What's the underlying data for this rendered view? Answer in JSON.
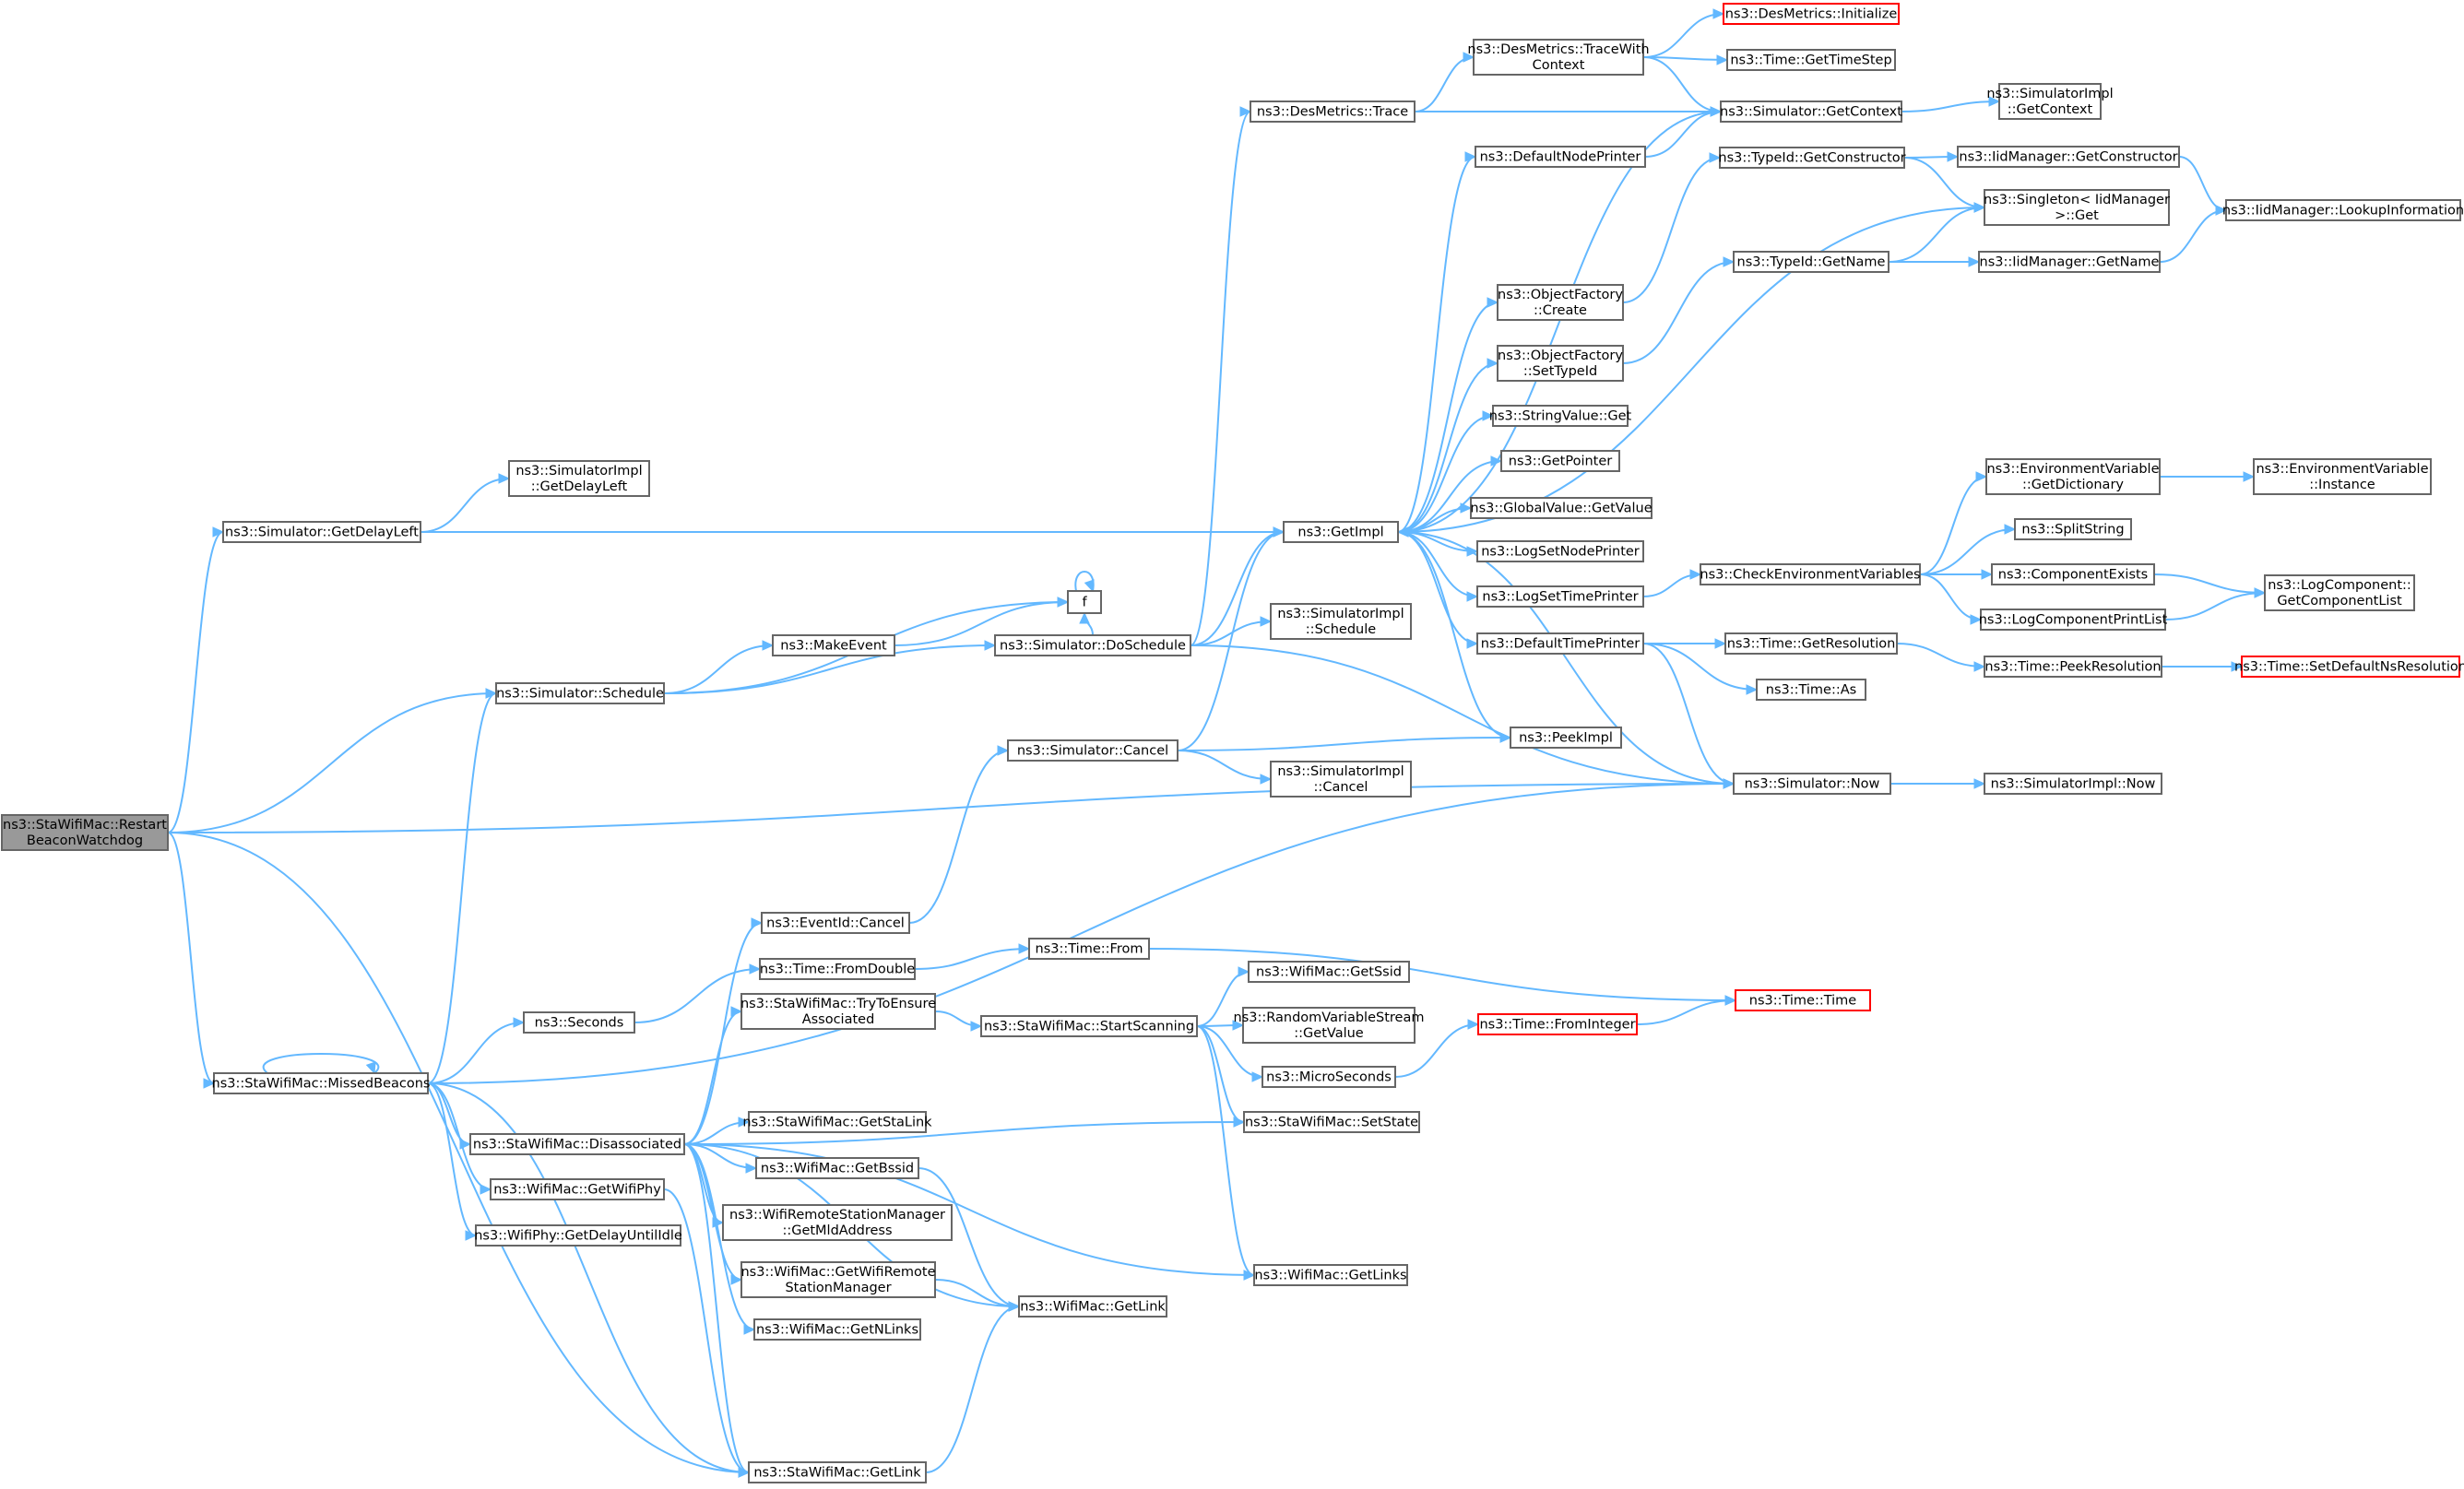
{
  "graph": {
    "colors": {
      "edge": "#63b8ff",
      "node_border": "#666666",
      "root_fill": "#999999",
      "truncated_border": "#ff0000"
    },
    "nodes": [
      {
        "id": "root",
        "lines": [
          "ns3::StaWifiMac::Restart",
          "BeaconWatchdog"
        ],
        "root": true
      },
      {
        "id": "getDelayLeft",
        "lines": [
          "ns3::Simulator::GetDelayLeft"
        ]
      },
      {
        "id": "implGetDelayLeft",
        "lines": [
          "ns3::SimulatorImpl",
          "::GetDelayLeft"
        ]
      },
      {
        "id": "schedule",
        "lines": [
          "ns3::Simulator::Schedule"
        ]
      },
      {
        "id": "f",
        "lines": [
          "f"
        ]
      },
      {
        "id": "makeEvent",
        "lines": [
          "ns3::MakeEvent"
        ]
      },
      {
        "id": "doSchedule",
        "lines": [
          "ns3::Simulator::DoSchedule"
        ]
      },
      {
        "id": "implSchedule",
        "lines": [
          "ns3::SimulatorImpl",
          "::Schedule"
        ]
      },
      {
        "id": "getImpl",
        "lines": [
          "ns3::GetImpl"
        ]
      },
      {
        "id": "desTrace",
        "lines": [
          "ns3::DesMetrics::Trace"
        ]
      },
      {
        "id": "traceWithContext",
        "lines": [
          "ns3::DesMetrics::TraceWith",
          "Context"
        ]
      },
      {
        "id": "desInit",
        "lines": [
          "ns3::DesMetrics::Initialize"
        ],
        "truncated": true
      },
      {
        "id": "getTimeStep",
        "lines": [
          "ns3::Time::GetTimeStep"
        ]
      },
      {
        "id": "getContext",
        "lines": [
          "ns3::Simulator::GetContext"
        ]
      },
      {
        "id": "implGetContext",
        "lines": [
          "ns3::SimulatorImpl",
          "::GetContext"
        ]
      },
      {
        "id": "defaultNodePrinter",
        "lines": [
          "ns3::DefaultNodePrinter"
        ]
      },
      {
        "id": "getConstructor",
        "lines": [
          "ns3::TypeId::GetConstructor"
        ]
      },
      {
        "id": "iidGetConstructor",
        "lines": [
          "ns3::IidManager::GetConstructor"
        ]
      },
      {
        "id": "singletonGet",
        "lines": [
          "ns3::Singleton< IidManager",
          ">::Get"
        ]
      },
      {
        "id": "lookupInfo",
        "lines": [
          "ns3::IidManager::LookupInformation"
        ]
      },
      {
        "id": "typeIdGetName",
        "lines": [
          "ns3::TypeId::GetName"
        ]
      },
      {
        "id": "iidGetName",
        "lines": [
          "ns3::IidManager::GetName"
        ]
      },
      {
        "id": "ofCreate",
        "lines": [
          "ns3::ObjectFactory",
          "::Create"
        ]
      },
      {
        "id": "ofSetTypeId",
        "lines": [
          "ns3::ObjectFactory",
          "::SetTypeId"
        ]
      },
      {
        "id": "stringValueGet",
        "lines": [
          "ns3::StringValue::Get"
        ]
      },
      {
        "id": "getPointer",
        "lines": [
          "ns3::GetPointer"
        ]
      },
      {
        "id": "globalValueGet",
        "lines": [
          "ns3::GlobalValue::GetValue"
        ]
      },
      {
        "id": "logSetNodePrinter",
        "lines": [
          "ns3::LogSetNodePrinter"
        ]
      },
      {
        "id": "logSetTimePrinter",
        "lines": [
          "ns3::LogSetTimePrinter"
        ]
      },
      {
        "id": "checkEnv",
        "lines": [
          "ns3::CheckEnvironmentVariables"
        ]
      },
      {
        "id": "envGetDict",
        "lines": [
          "ns3::EnvironmentVariable",
          "::GetDictionary"
        ]
      },
      {
        "id": "envInstance",
        "lines": [
          "ns3::EnvironmentVariable",
          "::Instance"
        ]
      },
      {
        "id": "splitString",
        "lines": [
          "ns3::SplitString"
        ]
      },
      {
        "id": "componentExists",
        "lines": [
          "ns3::ComponentExists"
        ]
      },
      {
        "id": "getComponentList",
        "lines": [
          "ns3::LogComponent::",
          "GetComponentList"
        ]
      },
      {
        "id": "componentPrintList",
        "lines": [
          "ns3::LogComponentPrintList"
        ]
      },
      {
        "id": "defaultTimePrinter",
        "lines": [
          "ns3::DefaultTimePrinter"
        ]
      },
      {
        "id": "getResolution",
        "lines": [
          "ns3::Time::GetResolution"
        ]
      },
      {
        "id": "peekResolution",
        "lines": [
          "ns3::Time::PeekResolution"
        ]
      },
      {
        "id": "setDefaultNsRes",
        "lines": [
          "ns3::Time::SetDefaultNsResolution"
        ],
        "truncated": true
      },
      {
        "id": "timeAs",
        "lines": [
          "ns3::Time::As"
        ]
      },
      {
        "id": "peekImpl",
        "lines": [
          "ns3::PeekImpl"
        ]
      },
      {
        "id": "simCancel",
        "lines": [
          "ns3::Simulator::Cancel"
        ]
      },
      {
        "id": "implCancel",
        "lines": [
          "ns3::SimulatorImpl",
          "::Cancel"
        ]
      },
      {
        "id": "simNow",
        "lines": [
          "ns3::Simulator::Now"
        ]
      },
      {
        "id": "implNow",
        "lines": [
          "ns3::SimulatorImpl::Now"
        ]
      },
      {
        "id": "missedBeacons",
        "lines": [
          "ns3::StaWifiMac::MissedBeacons"
        ]
      },
      {
        "id": "eventIdCancel",
        "lines": [
          "ns3::EventId::Cancel"
        ]
      },
      {
        "id": "fromDouble",
        "lines": [
          "ns3::Time::FromDouble"
        ]
      },
      {
        "id": "timeFrom",
        "lines": [
          "ns3::Time::From"
        ]
      },
      {
        "id": "timeTime",
        "lines": [
          "ns3::Time::Time"
        ],
        "truncated": true
      },
      {
        "id": "seconds",
        "lines": [
          "ns3::Seconds"
        ]
      },
      {
        "id": "tryToEnsure",
        "lines": [
          "ns3::StaWifiMac::TryToEnsure",
          "Associated"
        ]
      },
      {
        "id": "startScanning",
        "lines": [
          "ns3::StaWifiMac::StartScanning"
        ]
      },
      {
        "id": "getSsid",
        "lines": [
          "ns3::WifiMac::GetSsid"
        ]
      },
      {
        "id": "rvsGetValue",
        "lines": [
          "ns3::RandomVariableStream",
          "::GetValue"
        ]
      },
      {
        "id": "microSeconds",
        "lines": [
          "ns3::MicroSeconds"
        ]
      },
      {
        "id": "fromInteger",
        "lines": [
          "ns3::Time::FromInteger"
        ],
        "truncated": true
      },
      {
        "id": "setState",
        "lines": [
          "ns3::StaWifiMac::SetState"
        ]
      },
      {
        "id": "disassociated",
        "lines": [
          "ns3::StaWifiMac::Disassociated"
        ]
      },
      {
        "id": "getStaLink",
        "lines": [
          "ns3::StaWifiMac::GetStaLink"
        ]
      },
      {
        "id": "getBssid",
        "lines": [
          "ns3::WifiMac::GetBssid"
        ]
      },
      {
        "id": "getMldAddress",
        "lines": [
          "ns3::WifiRemoteStationManager",
          "::GetMldAddress"
        ]
      },
      {
        "id": "getWrsm",
        "lines": [
          "ns3::WifiMac::GetWifiRemote",
          "StationManager"
        ]
      },
      {
        "id": "wifiMacGetLink",
        "lines": [
          "ns3::WifiMac::GetLink"
        ]
      },
      {
        "id": "getNLinks",
        "lines": [
          "ns3::WifiMac::GetNLinks"
        ]
      },
      {
        "id": "getLinks",
        "lines": [
          "ns3::WifiMac::GetLinks"
        ]
      },
      {
        "id": "getWifiPhy",
        "lines": [
          "ns3::WifiMac::GetWifiPhy"
        ]
      },
      {
        "id": "getDelayUntilIdle",
        "lines": [
          "ns3::WifiPhy::GetDelayUntilIdle"
        ]
      },
      {
        "id": "staGetLink",
        "lines": [
          "ns3::StaWifiMac::GetLink"
        ]
      }
    ],
    "edges": [
      [
        "root",
        "getDelayLeft"
      ],
      [
        "root",
        "schedule"
      ],
      [
        "root",
        "simNow"
      ],
      [
        "root",
        "missedBeacons"
      ],
      [
        "root",
        "staGetLink"
      ],
      [
        "getDelayLeft",
        "implGetDelayLeft"
      ],
      [
        "getDelayLeft",
        "getImpl"
      ],
      [
        "schedule",
        "f"
      ],
      [
        "schedule",
        "makeEvent"
      ],
      [
        "schedule",
        "doSchedule"
      ],
      [
        "makeEvent",
        "f"
      ],
      [
        "f",
        "f"
      ],
      [
        "doSchedule",
        "desTrace"
      ],
      [
        "doSchedule",
        "f"
      ],
      [
        "doSchedule",
        "getImpl"
      ],
      [
        "doSchedule",
        "implSchedule"
      ],
      [
        "doSchedule",
        "simNow"
      ],
      [
        "desTrace",
        "traceWithContext"
      ],
      [
        "desTrace",
        "getContext"
      ],
      [
        "traceWithContext",
        "desInit"
      ],
      [
        "traceWithContext",
        "getTimeStep"
      ],
      [
        "traceWithContext",
        "getContext"
      ],
      [
        "getContext",
        "implGetContext"
      ],
      [
        "getContext",
        "getImpl"
      ],
      [
        "getImpl",
        "defaultNodePrinter"
      ],
      [
        "getImpl",
        "singletonGet"
      ],
      [
        "getImpl",
        "ofCreate"
      ],
      [
        "getImpl",
        "ofSetTypeId"
      ],
      [
        "getImpl",
        "stringValueGet"
      ],
      [
        "getImpl",
        "getPointer"
      ],
      [
        "getImpl",
        "globalValueGet"
      ],
      [
        "getImpl",
        "logSetNodePrinter"
      ],
      [
        "getImpl",
        "logSetTimePrinter"
      ],
      [
        "getImpl",
        "defaultTimePrinter"
      ],
      [
        "getImpl",
        "peekImpl"
      ],
      [
        "defaultNodePrinter",
        "getContext"
      ],
      [
        "ofCreate",
        "getConstructor"
      ],
      [
        "ofSetTypeId",
        "typeIdGetName"
      ],
      [
        "getConstructor",
        "iidGetConstructor"
      ],
      [
        "getConstructor",
        "singletonGet"
      ],
      [
        "iidGetConstructor",
        "lookupInfo"
      ],
      [
        "typeIdGetName",
        "singletonGet"
      ],
      [
        "typeIdGetName",
        "iidGetName"
      ],
      [
        "iidGetName",
        "lookupInfo"
      ],
      [
        "logSetTimePrinter",
        "checkEnv"
      ],
      [
        "checkEnv",
        "envGetDict"
      ],
      [
        "checkEnv",
        "splitString"
      ],
      [
        "checkEnv",
        "componentExists"
      ],
      [
        "checkEnv",
        "componentPrintList"
      ],
      [
        "envGetDict",
        "envInstance"
      ],
      [
        "componentExists",
        "getComponentList"
      ],
      [
        "componentPrintList",
        "getComponentList"
      ],
      [
        "defaultTimePrinter",
        "getResolution"
      ],
      [
        "defaultTimePrinter",
        "timeAs"
      ],
      [
        "defaultTimePrinter",
        "simNow"
      ],
      [
        "getResolution",
        "peekResolution"
      ],
      [
        "peekResolution",
        "setDefaultNsRes"
      ],
      [
        "simCancel",
        "getImpl"
      ],
      [
        "simCancel",
        "peekImpl"
      ],
      [
        "simCancel",
        "implCancel"
      ],
      [
        "simNow",
        "getImpl"
      ],
      [
        "simNow",
        "implNow"
      ],
      [
        "missedBeacons",
        "missedBeacons"
      ],
      [
        "missedBeacons",
        "schedule"
      ],
      [
        "missedBeacons",
        "simNow"
      ],
      [
        "missedBeacons",
        "seconds"
      ],
      [
        "missedBeacons",
        "disassociated"
      ],
      [
        "missedBeacons",
        "getWifiPhy"
      ],
      [
        "missedBeacons",
        "getDelayUntilIdle"
      ],
      [
        "missedBeacons",
        "staGetLink"
      ],
      [
        "seconds",
        "fromDouble"
      ],
      [
        "fromDouble",
        "timeFrom"
      ],
      [
        "timeFrom",
        "timeTime"
      ],
      [
        "eventIdCancel",
        "simCancel"
      ],
      [
        "disassociated",
        "eventIdCancel"
      ],
      [
        "disassociated",
        "tryToEnsure"
      ],
      [
        "disassociated",
        "setState"
      ],
      [
        "disassociated",
        "getStaLink"
      ],
      [
        "disassociated",
        "getBssid"
      ],
      [
        "disassociated",
        "getMldAddress"
      ],
      [
        "disassociated",
        "getWrsm"
      ],
      [
        "disassociated",
        "getNLinks"
      ],
      [
        "disassociated",
        "wifiMacGetLink"
      ],
      [
        "disassociated",
        "getLinks"
      ],
      [
        "disassociated",
        "staGetLink"
      ],
      [
        "tryToEnsure",
        "startScanning"
      ],
      [
        "startScanning",
        "getSsid"
      ],
      [
        "startScanning",
        "rvsGetValue"
      ],
      [
        "startScanning",
        "microSeconds"
      ],
      [
        "startScanning",
        "setState"
      ],
      [
        "startScanning",
        "getLinks"
      ],
      [
        "microSeconds",
        "fromInteger"
      ],
      [
        "fromInteger",
        "timeTime"
      ],
      [
        "getBssid",
        "wifiMacGetLink"
      ],
      [
        "getWrsm",
        "wifiMacGetLink"
      ],
      [
        "getWifiPhy",
        "staGetLink"
      ],
      [
        "staGetLink",
        "wifiMacGetLink"
      ]
    ]
  }
}
